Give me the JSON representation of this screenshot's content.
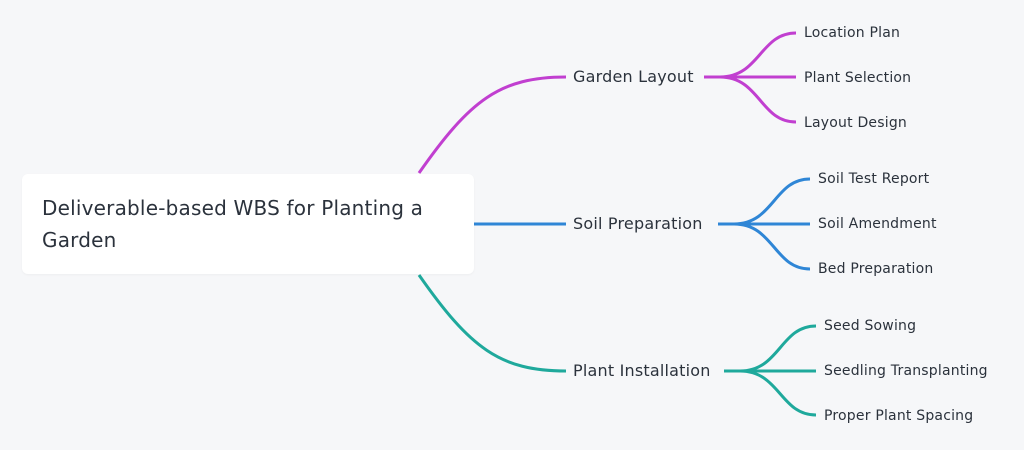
{
  "root": {
    "title": "Deliverable-based WBS for Planting a Garden"
  },
  "branches": [
    {
      "label": "Garden Layout",
      "color": "#c13fd0",
      "children": [
        {
          "label": "Location Plan"
        },
        {
          "label": "Plant Selection"
        },
        {
          "label": "Layout Design"
        }
      ]
    },
    {
      "label": "Soil Preparation",
      "color": "#2f86d6",
      "children": [
        {
          "label": "Soil Test Report"
        },
        {
          "label": "Soil Amendment"
        },
        {
          "label": "Bed Preparation"
        }
      ]
    },
    {
      "label": "Plant Installation",
      "color": "#1fa99c",
      "children": [
        {
          "label": "Seed Sowing"
        },
        {
          "label": "Seedling Transplanting"
        },
        {
          "label": "Proper Plant Spacing"
        }
      ]
    }
  ]
}
